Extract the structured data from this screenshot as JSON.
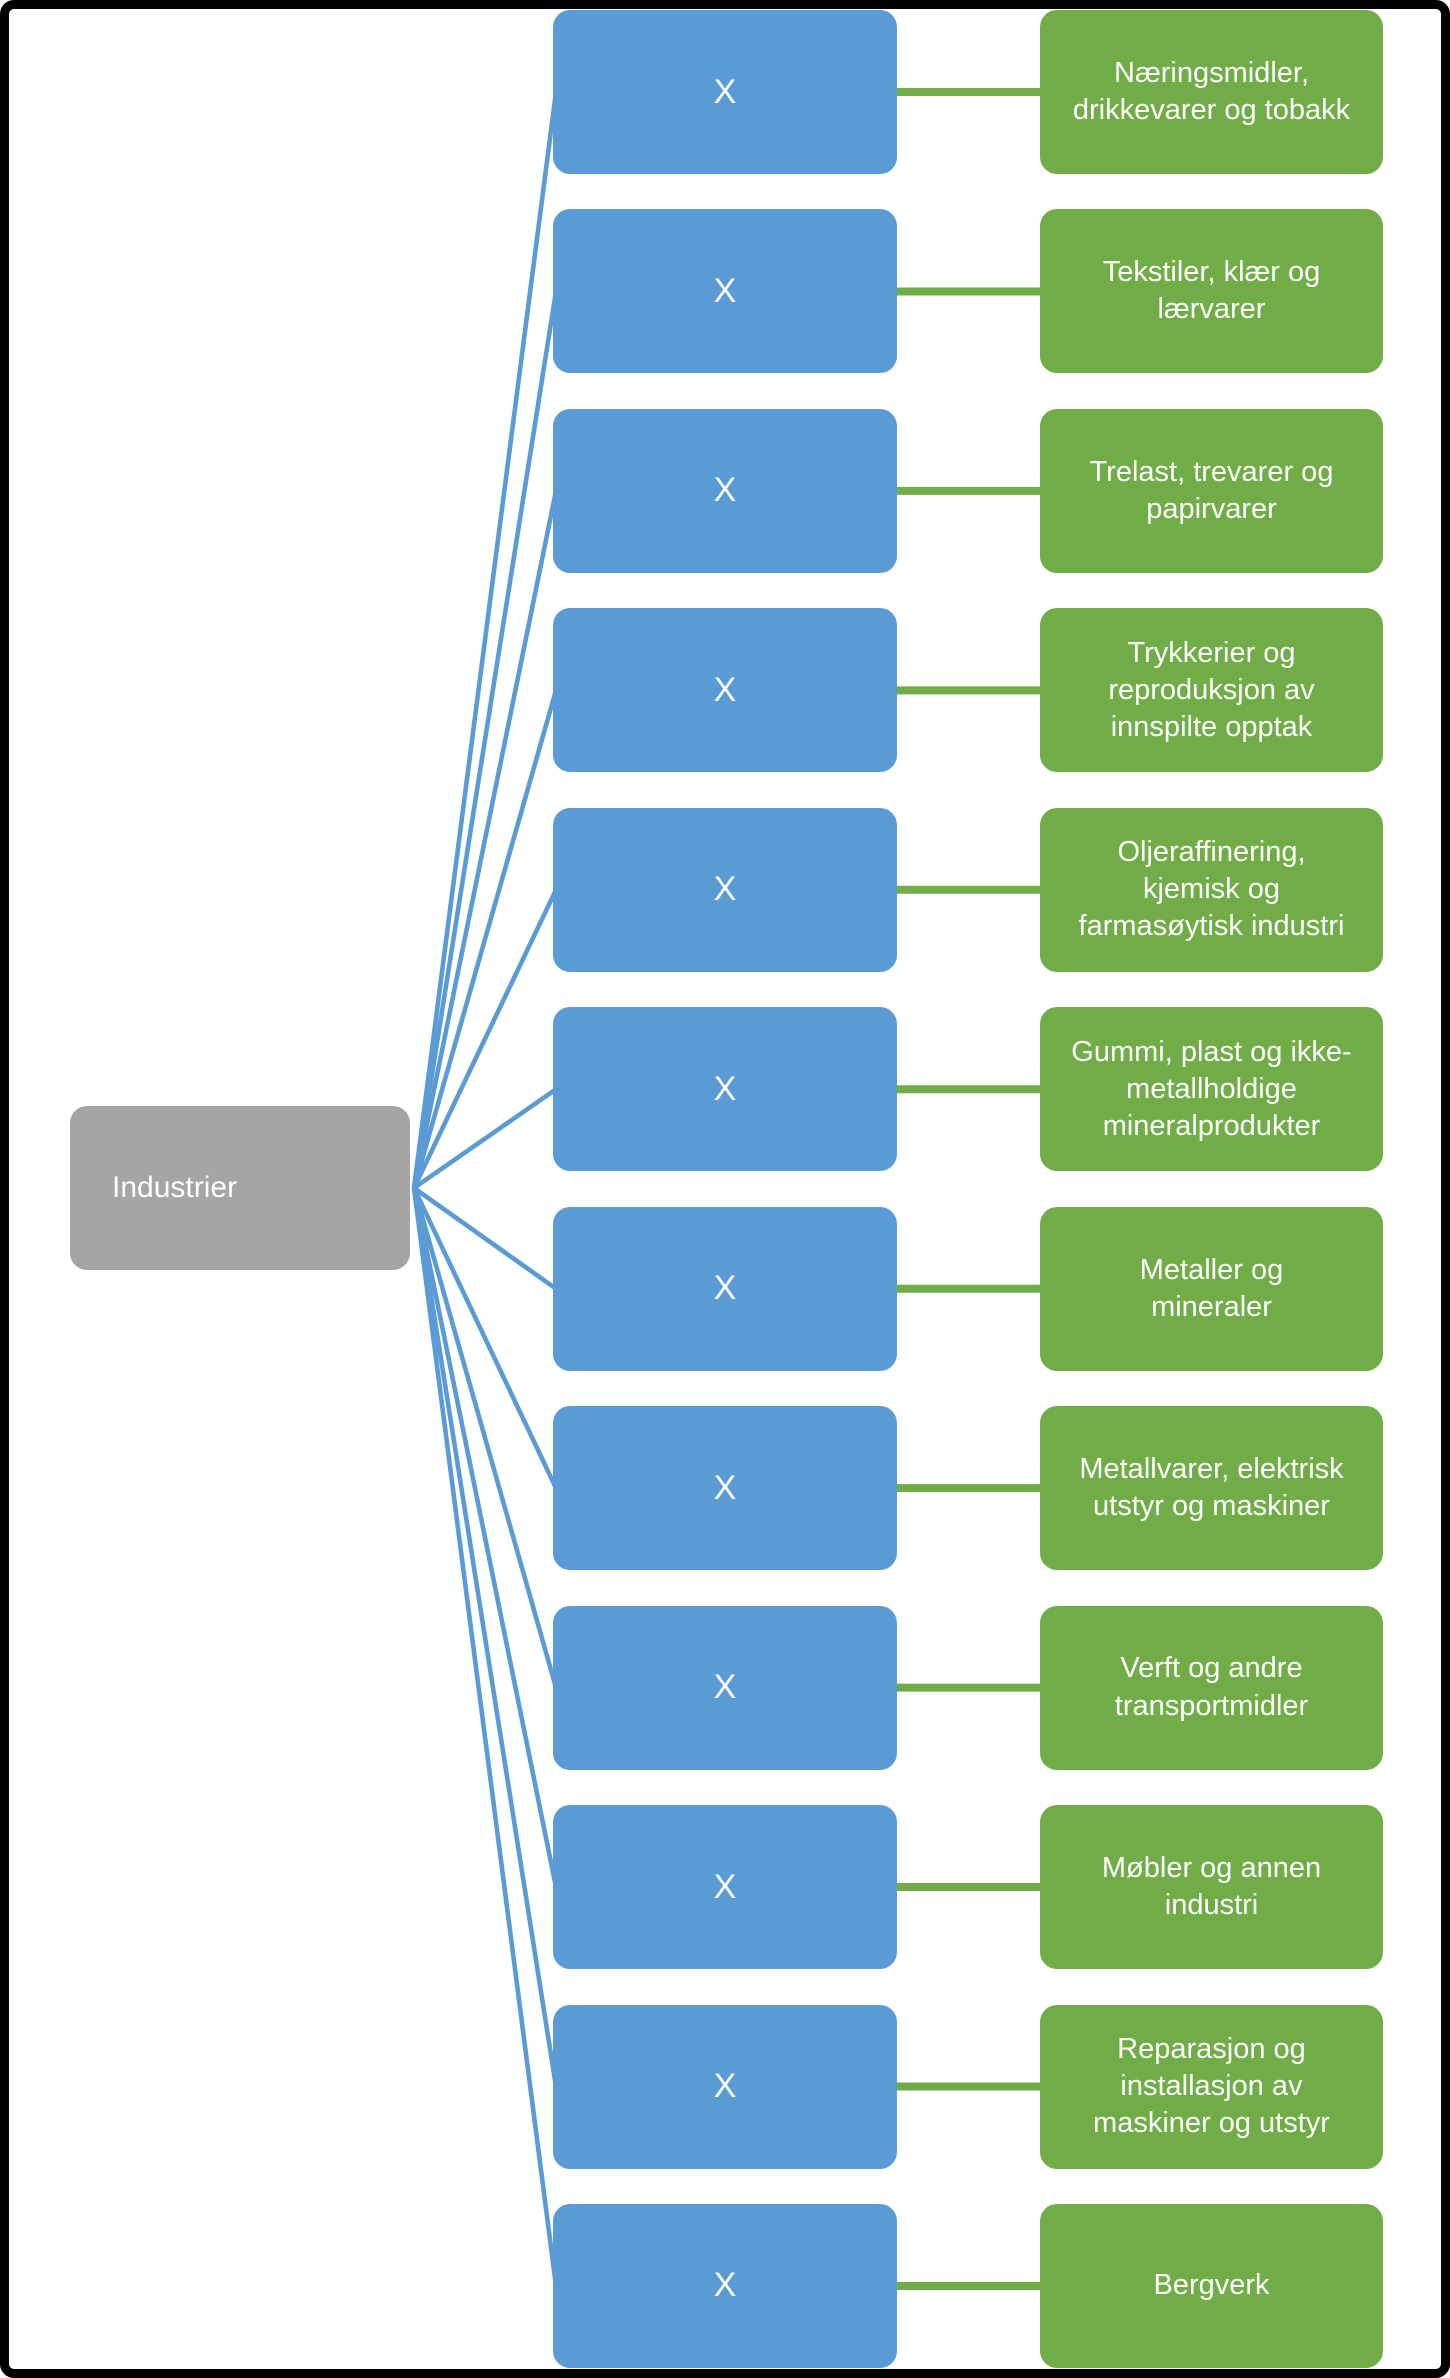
{
  "diagram": {
    "type": "hierarchy",
    "root_label": "Industrier",
    "rows": [
      {
        "mid": "X",
        "category": "Næringsmidler,\ndrikkevarer og tobakk"
      },
      {
        "mid": "X",
        "category": "Tekstiler, klær og\nlærvarer"
      },
      {
        "mid": "X",
        "category": "Trelast, trevarer og\npapirvarer"
      },
      {
        "mid": "X",
        "category": "Trykkerier og\nreproduksjon av\ninnspilte opptak"
      },
      {
        "mid": "X",
        "category": "Oljeraffinering,\nkjemisk og\nfarmasøytisk industri"
      },
      {
        "mid": "X",
        "category": "Gummi, plast og ikke-\nmetallholdige\nmineralprodukter"
      },
      {
        "mid": "X",
        "category": "Metaller og\nmineraler"
      },
      {
        "mid": "X",
        "category": "Metallvarer, elektrisk\nutstyr og maskiner"
      },
      {
        "mid": "X",
        "category": "Verft og andre\ntransportmidler"
      },
      {
        "mid": "X",
        "category": "Møbler og annen\nindustri"
      },
      {
        "mid": "X",
        "category": "Reparasjon og\ninstallasjon av\nmaskiner og utstyr"
      },
      {
        "mid": "X",
        "category": "Bergverk"
      }
    ],
    "colors": {
      "root_fill": "#A5A5A5",
      "mid_fill": "#5B9BD5",
      "category_fill": "#70AD47",
      "connector_blue": "#5B9BD5",
      "connector_green": "#70AD47",
      "text": "#FFFFFF",
      "frame": "#000000",
      "background": "#FFFFFF"
    }
  }
}
